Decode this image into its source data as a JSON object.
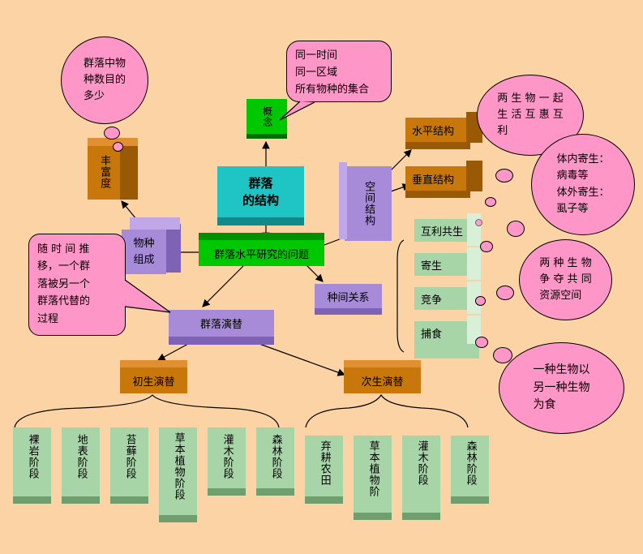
{
  "center": "群落\n的结构",
  "question": "群落水平研究的问题",
  "concept": "概念",
  "concept_bubble": [
    "同一时间",
    "同一区域",
    "所有物种的集合"
  ],
  "richness": "丰富度",
  "richness_bubble": [
    "群落中物",
    "种数目的",
    "多少"
  ],
  "species_composition": "物种组成",
  "spatial": "空间结构",
  "horizontal": "水平结构",
  "vertical": "垂直结构",
  "interspecies": "种间关系",
  "relations": [
    "互利共生",
    "寄生",
    "竞争",
    "捕食"
  ],
  "mutualism_bubble": [
    "两 生 物 一 起",
    "生 活 互 惠 互",
    "利"
  ],
  "parasite_bubble": [
    "体内寄生：",
    "病毒等",
    "体外寄生：",
    "虱子等"
  ],
  "competition_bubble": [
    "两 种 生 物",
    "争 夺 共 同",
    "资源空间"
  ],
  "predation_bubble": [
    "一种生物以",
    "另一种生物",
    "为食"
  ],
  "succession": "群落演替",
  "succession_bubble": [
    "随 时 间 推",
    "移，一个群",
    "落被另一个",
    "群落代替的",
    "过程"
  ],
  "primary": "初生演替",
  "secondary": "次生演替",
  "primary_stages": [
    "裸岩阶段",
    "地表阶段",
    "苔藓阶段",
    "草本植物阶段",
    "灌木阶段",
    "森林阶段"
  ],
  "secondary_stages": [
    "弃耕农田",
    "草本植物阶",
    "灌木阶段",
    "森林阶段"
  ],
  "colors": {
    "background": "#fcd3a5",
    "green": "#00c800",
    "cyan": "#1fc4c4",
    "orange": "#c8780a",
    "purple": "#a78bd8",
    "mint": "#a8d5a8",
    "pink": "#ff96c8"
  }
}
